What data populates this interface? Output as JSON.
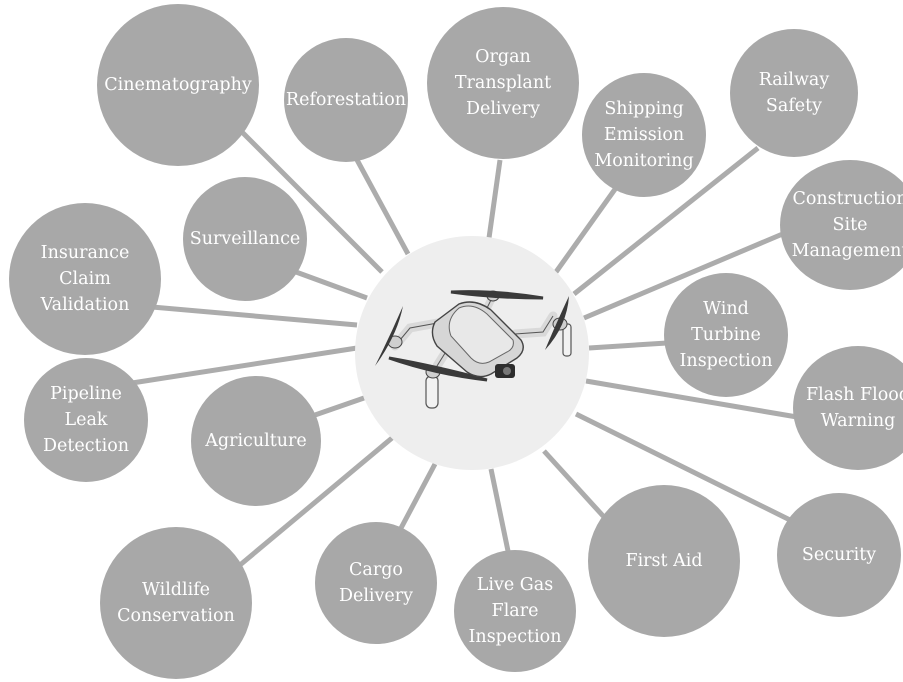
{
  "diagram": {
    "center": {
      "image": "drone-icon"
    },
    "colors": {
      "node_fill": "#a8a8a8",
      "connector": "#acacac",
      "hub_fill": "#eeeeee",
      "label": "#ffffff"
    },
    "applications": [
      {
        "label": "Cinematography"
      },
      {
        "label": "Reforestation"
      },
      {
        "label": "Organ\nTransplant\nDelivery"
      },
      {
        "label": "Shipping\nEmission\nMonitoring"
      },
      {
        "label": "Railway\nSafety"
      },
      {
        "label": "Construction\nSite\nManagement"
      },
      {
        "label": "Surveillance"
      },
      {
        "label": "Insurance\nClaim\nValidation"
      },
      {
        "label": "Wind\nTurbine\nInspection"
      },
      {
        "label": "Pipeline\nLeak\nDetection"
      },
      {
        "label": "Agriculture"
      },
      {
        "label": "Flash Flood\nWarning"
      },
      {
        "label": "Security"
      },
      {
        "label": "First Aid"
      },
      {
        "label": "Wildlife\nConservation"
      },
      {
        "label": "Cargo\nDelivery"
      },
      {
        "label": "Live Gas\nFlare\nInspection"
      }
    ]
  }
}
